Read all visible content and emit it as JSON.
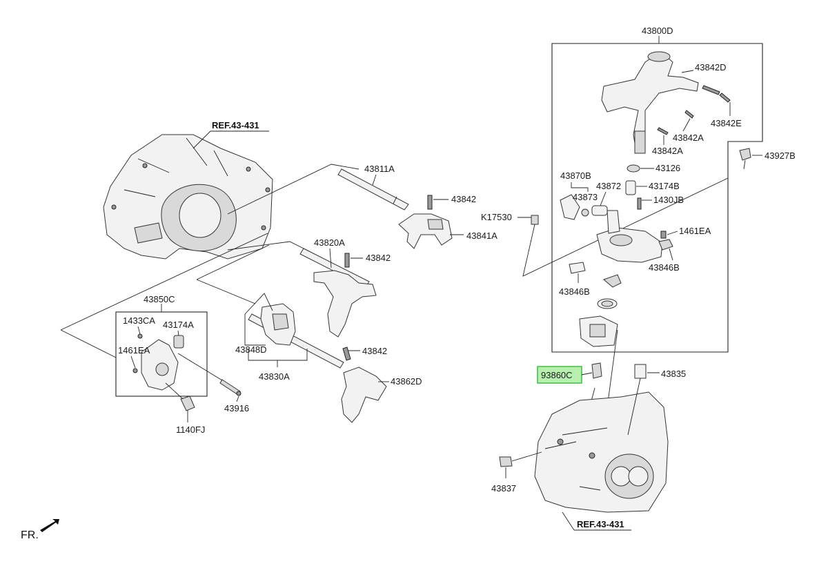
{
  "refs": {
    "top_left": "REF.43-431",
    "bottom_right": "REF.43-431"
  },
  "orientation": {
    "label": "FR.",
    "icon": "arrow-icon"
  },
  "highlight_color": "#b8f0b0",
  "parts": {
    "p43800D": "43800D",
    "p43842D": "43842D",
    "p43842E": "43842E",
    "p43842A_b": "43842A",
    "p43842A_c": "43842A",
    "p43927B": "43927B",
    "p43126": "43126",
    "p43870B": "43870B",
    "p43872": "43872",
    "p43174B": "43174B",
    "p43873": "43873",
    "p1430JB": "1430JB",
    "pK17530": "K17530",
    "p1461EA_r": "1461EA",
    "p43846B_r": "43846B",
    "p43846B_l": "43846B",
    "p43811A": "43811A",
    "p43842_a": "43842",
    "p43841A": "43841A",
    "p43820A": "43820A",
    "p43842_b": "43842",
    "p43850C": "43850C",
    "p1433CA": "1433CA",
    "p43174A": "43174A",
    "p1461EA_l": "1461EA",
    "p43848D": "43848D",
    "p43842_c": "43842",
    "p43862D": "43862D",
    "p43830A": "43830A",
    "p43916": "43916",
    "p1140FJ": "1140FJ",
    "p93860C": "93860C",
    "p43835": "43835",
    "p43837": "43837"
  }
}
